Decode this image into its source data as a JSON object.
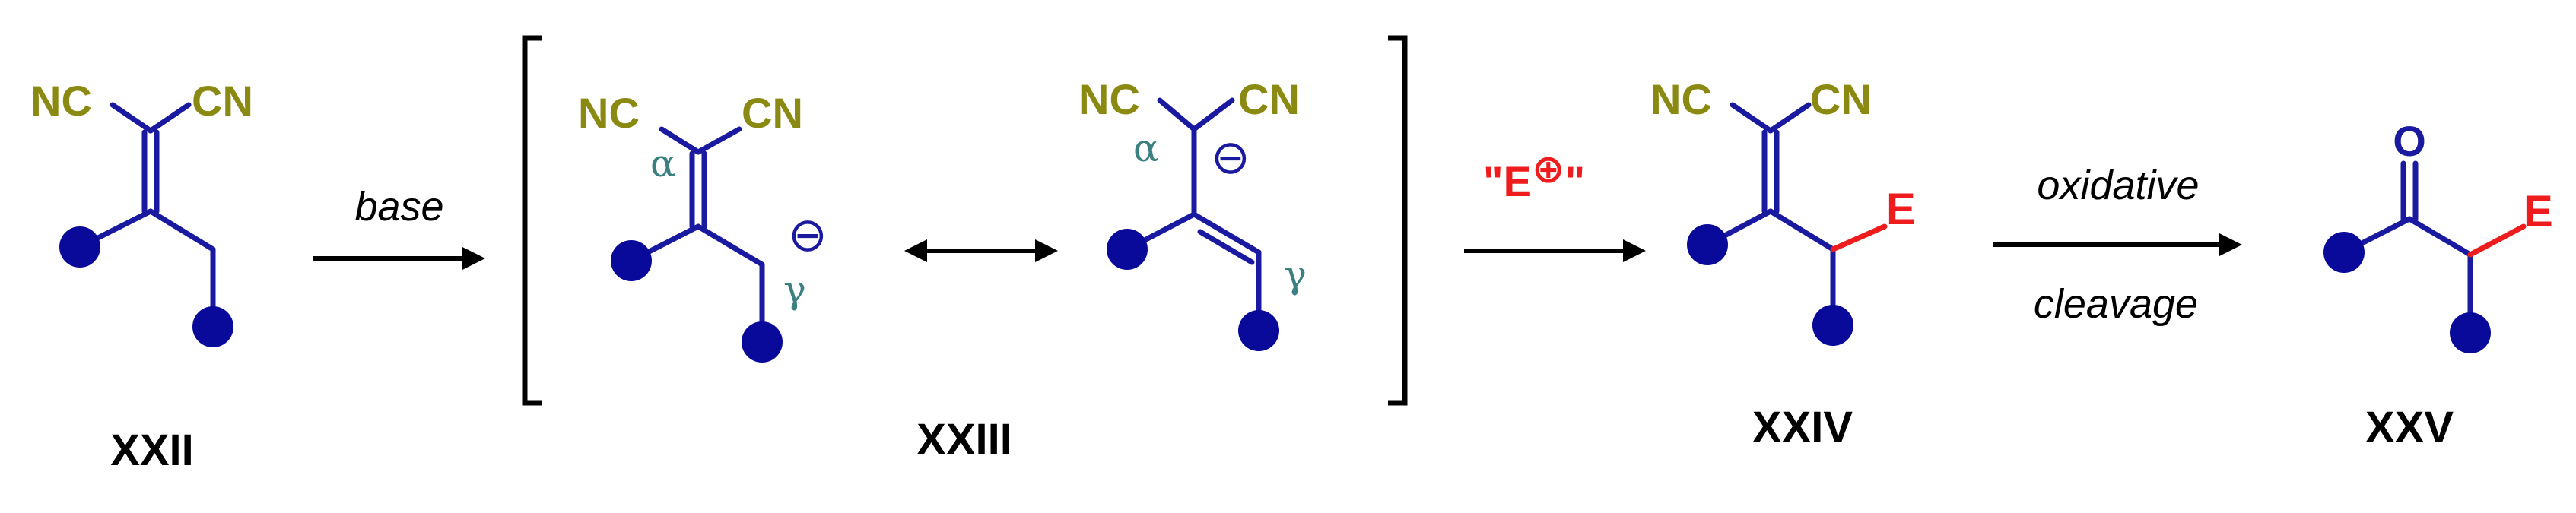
{
  "colors": {
    "nitrile": "#8a8a12",
    "bond": "#1a1aa0",
    "substituent": "#0a0a9a",
    "electrophile": "#ee1c1c",
    "greek": "#3b8080",
    "text": "#000000"
  },
  "groups": {
    "nc_left": "NC",
    "cn_right": "CN",
    "electrophile": "E",
    "oxygen": "O"
  },
  "greek": {
    "alpha": "α",
    "gamma": "γ"
  },
  "charges": {
    "anion": "⊖",
    "cation": "⊕"
  },
  "compounds": {
    "c1": "XXII",
    "c2": "XXIII",
    "c3": "XXIV",
    "c4": "XXV"
  },
  "reagents": {
    "step1": "base",
    "step2_quote_open": "\"",
    "step2_symbol": "E",
    "step2_quote_close": "\"",
    "step3_line1": "oxidative",
    "step3_line2": "cleavage"
  }
}
